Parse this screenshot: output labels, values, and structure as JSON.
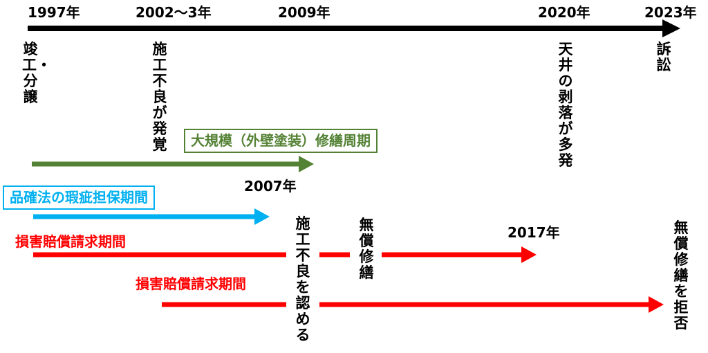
{
  "timeline": {
    "years": {
      "y1997": "1997年",
      "y2002": "2002～3年",
      "y2009": "2009年",
      "y2020": "2020年",
      "y2023": "2023年"
    },
    "events": {
      "completion": "竣工・分譲",
      "defect_found": "施工不良が発覚",
      "ceiling_peeling": "天井の剥落が多発",
      "lawsuit": "訴訟"
    }
  },
  "periods": {
    "repair_cycle_label": "大規模（外壁塗装）修繕周期",
    "warranty_label": "品確法の瑕疵担保期間",
    "damages_label_1": "損害賠償請求期間",
    "damages_label_2": "損害賠償請求期間",
    "year_2007": "2007年",
    "year_2017": "2017年"
  },
  "notes": {
    "admit_defect": "施工不良を認める",
    "free_repair": "無償修繕",
    "refuse_free_repair": "無償修繕を拒否"
  },
  "colors": {
    "timeline": "#000000",
    "green": "#548235",
    "blue": "#00b0f0",
    "red": "#ff0000"
  }
}
